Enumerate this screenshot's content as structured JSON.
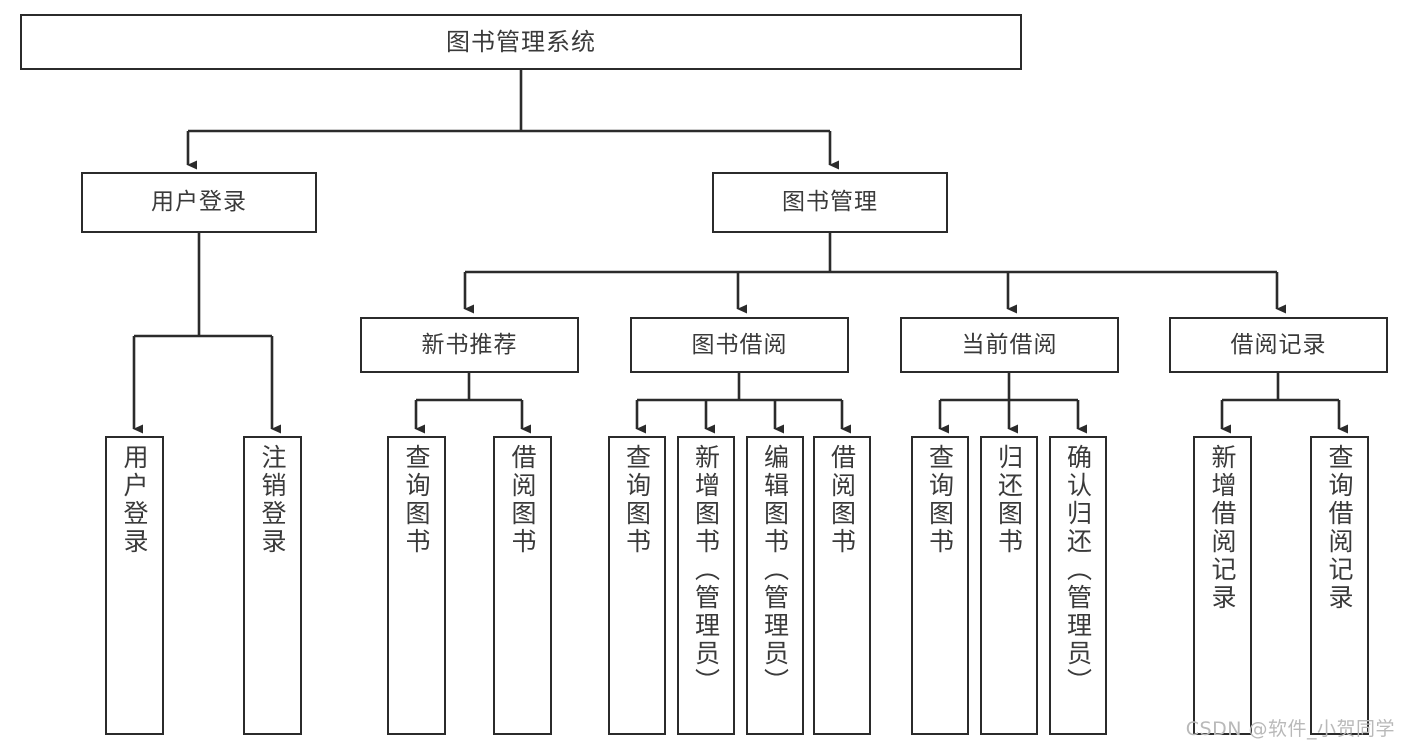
{
  "diagram": {
    "title": "图书管理系统",
    "type": "tree",
    "orientation": "top-down",
    "stroke_color": "#2b2b2b",
    "text_color": "#3a3a3a",
    "background_color": "#ffffff",
    "nodes": {
      "root": {
        "label": "图书管理系统"
      },
      "level1": [
        {
          "id": "user-login",
          "label": "用户登录"
        },
        {
          "id": "book-manage",
          "label": "图书管理"
        }
      ],
      "level2": [
        {
          "id": "new-book-recommend",
          "label": "新书推荐",
          "parent": "book-manage"
        },
        {
          "id": "book-borrow",
          "label": "图书借阅",
          "parent": "book-manage"
        },
        {
          "id": "current-borrow",
          "label": "当前借阅",
          "parent": "book-manage"
        },
        {
          "id": "borrow-record",
          "label": "借阅记录",
          "parent": "book-manage"
        }
      ],
      "leaves": [
        {
          "id": "leaf-user-login",
          "label": "用户登录",
          "parent": "user-login"
        },
        {
          "id": "leaf-user-logout",
          "label": "注销登录",
          "parent": "user-login"
        },
        {
          "id": "leaf-query-book-1",
          "label": "查询图书",
          "parent": "new-book-recommend"
        },
        {
          "id": "leaf-borrow-book-1",
          "label": "借阅图书",
          "parent": "new-book-recommend"
        },
        {
          "id": "leaf-query-book-2",
          "label": "查询图书",
          "parent": "book-borrow"
        },
        {
          "id": "leaf-add-book",
          "label": "新增图书（管理员）",
          "parent": "book-borrow"
        },
        {
          "id": "leaf-edit-book",
          "label": "编辑图书（管理员）",
          "parent": "book-borrow"
        },
        {
          "id": "leaf-borrow-book-2",
          "label": "借阅图书",
          "parent": "book-borrow"
        },
        {
          "id": "leaf-query-book-3",
          "label": "查询图书",
          "parent": "current-borrow"
        },
        {
          "id": "leaf-return-book",
          "label": "归还图书",
          "parent": "current-borrow"
        },
        {
          "id": "leaf-confirm-return",
          "label": "确认归还（管理员）",
          "parent": "current-borrow"
        },
        {
          "id": "leaf-add-record",
          "label": "新增借阅记录",
          "parent": "borrow-record"
        },
        {
          "id": "leaf-query-record",
          "label": "查询借阅记录",
          "parent": "borrow-record"
        }
      ]
    }
  },
  "watermark": {
    "text": "CSDN @软件_小贺同学"
  }
}
